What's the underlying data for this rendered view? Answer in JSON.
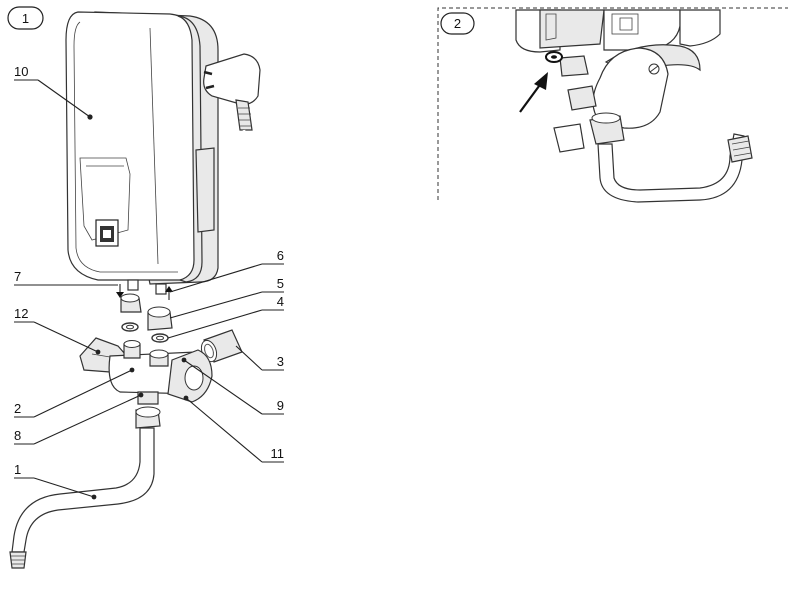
{
  "figure1": {
    "number": "1",
    "callouts": [
      {
        "key": "10",
        "label": "10"
      },
      {
        "key": "7",
        "label": "7"
      },
      {
        "key": "6",
        "label": "6"
      },
      {
        "key": "5",
        "label": "5"
      },
      {
        "key": "4",
        "label": "4"
      },
      {
        "key": "12",
        "label": "12"
      },
      {
        "key": "3",
        "label": "3"
      },
      {
        "key": "2",
        "label": "2"
      },
      {
        "key": "9",
        "label": "9"
      },
      {
        "key": "8",
        "label": "8"
      },
      {
        "key": "11",
        "label": "11"
      },
      {
        "key": "1",
        "label": "1"
      }
    ]
  },
  "figure2": {
    "number": "2"
  }
}
